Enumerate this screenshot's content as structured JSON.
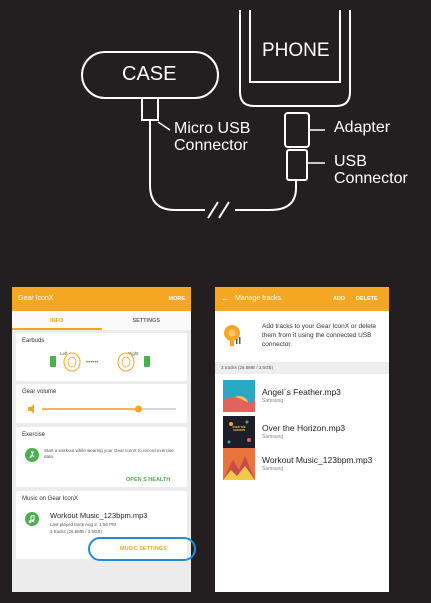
{
  "diagram": {
    "case_label": "CASE",
    "phone_label": "PHONE",
    "micro_usb_line1": "Micro USB",
    "micro_usb_line2": "Connector",
    "adapter_label": "Adapter",
    "usb_line1": "USB",
    "usb_line2": "Connector"
  },
  "screen1": {
    "title": "Gear IconX",
    "more": "MORE",
    "tabs": [
      "INFO",
      "SETTINGS"
    ],
    "earbuds": {
      "title": "Earbuds",
      "left": "Left",
      "right": "Right"
    },
    "gear_volume": {
      "title": "Gear volume",
      "level": 0.72
    },
    "exercise": {
      "title": "Exercise",
      "desc": "Start a workout while wearing your Gear IconX to record exercise data.",
      "link": "OPEN S HEALTH"
    },
    "music": {
      "title": "Music on Gear IconX",
      "track": "Workout Music_123bpm.mp3",
      "last_played": "Last played track Aug 2, 1:50 PM",
      "tracks_info": "3 tracks (26.5MB / 3.5GB)",
      "link": "MUSIC SETTINGS"
    }
  },
  "screen2": {
    "title": "Manage tracks",
    "add": "ADD",
    "delete": "DELETE",
    "info_text": "Add tracks to your Gear IconX or delete them from it using the connected USB connector.",
    "count_header": "3 tracks (26.8MB / 3.5GB)",
    "tracks": [
      {
        "title": "Angel`s Feather.mp3",
        "artist": "Samsung"
      },
      {
        "title": "Over the Horizon.mp3",
        "artist": "Samsung"
      },
      {
        "title": "Workout Music_123bpm.mp3",
        "artist": "Samsung"
      }
    ],
    "thumb_text": "OVER THE HORIZON"
  },
  "colors": {
    "accent": "#f5a623",
    "highlight": "#1e8ed8",
    "green": "#4caf50",
    "background": "#231f20"
  }
}
